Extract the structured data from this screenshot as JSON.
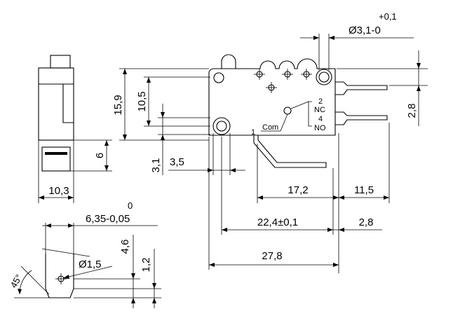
{
  "dimensions": {
    "dia_tol": "+0,1",
    "dia_nom": "Ø3,1-0",
    "height_total": "15,9",
    "height_top": "10,5",
    "right_2_8": "2,8",
    "side_6": "6",
    "width_10_3": "10,3",
    "gap_3_1": "3,1",
    "gap_3_5": "3,5",
    "pin_17_2": "17,2",
    "pin_11_5": "11,5",
    "tab_tol_top": "0",
    "tab_width": "6,35-0,05",
    "span_22_4": "22,4±0,1",
    "bottom_2_8": "2,8",
    "length_27_8": "27,8",
    "hole_dia": "Ø1,5",
    "tab_4_6": "4,6",
    "tab_1_2": "1,2",
    "angle_45": "45°"
  },
  "labels": {
    "pin_2": "2",
    "nc": "NC",
    "pin_4": "4",
    "no": "NO",
    "pin_1": "1",
    "com": "Com"
  }
}
